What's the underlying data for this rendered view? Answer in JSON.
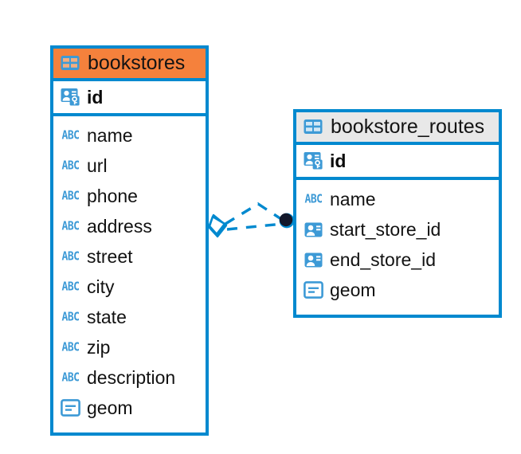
{
  "diagram": {
    "type": "entity-relationship-diagram",
    "background": "#ffffff",
    "colors": {
      "accent_blue": "#0089cf",
      "header_orange": "#f5813c",
      "header_gray": "#e8e8e8",
      "icon_blue": "#3d9ad6",
      "endpoint_dark": "#13182b"
    }
  },
  "entities": [
    {
      "name": "bookstores",
      "title": "bookstores",
      "header_style": "accent",
      "table_icon": "table-icon",
      "primary_key": {
        "label": "id",
        "icon": "primary-key-icon"
      },
      "fields": [
        {
          "label": "name",
          "icon": "abc-icon",
          "type_glyph": "ABC"
        },
        {
          "label": "url",
          "icon": "abc-icon",
          "type_glyph": "ABC"
        },
        {
          "label": "phone",
          "icon": "abc-icon",
          "type_glyph": "ABC"
        },
        {
          "label": "address",
          "icon": "abc-icon",
          "type_glyph": "ABC"
        },
        {
          "label": "street",
          "icon": "abc-icon",
          "type_glyph": "ABC"
        },
        {
          "label": "city",
          "icon": "abc-icon",
          "type_glyph": "ABC"
        },
        {
          "label": "state",
          "icon": "abc-icon",
          "type_glyph": "ABC"
        },
        {
          "label": "zip",
          "icon": "abc-icon",
          "type_glyph": "ABC"
        },
        {
          "label": "description",
          "icon": "abc-icon",
          "type_glyph": "ABC"
        },
        {
          "label": "geom",
          "icon": "blob-icon",
          "type_glyph": ""
        }
      ]
    },
    {
      "name": "bookstore_routes",
      "title": "bookstore_routes",
      "header_style": "neutral",
      "table_icon": "table-icon",
      "primary_key": {
        "label": "id",
        "icon": "primary-key-icon"
      },
      "fields": [
        {
          "label": "name",
          "icon": "abc-icon",
          "type_glyph": "ABC"
        },
        {
          "label": "start_store_id",
          "icon": "foreign-key-icon",
          "type_glyph": ""
        },
        {
          "label": "end_store_id",
          "icon": "foreign-key-icon",
          "type_glyph": ""
        },
        {
          "label": "geom",
          "icon": "blob-icon",
          "type_glyph": ""
        }
      ]
    }
  ],
  "relationship": {
    "name": "bookstores-to-bookstore-routes",
    "style": "dashed",
    "color": "#0089cf",
    "source_marker": "diamond-outline",
    "target_marker": "filled-circle"
  }
}
